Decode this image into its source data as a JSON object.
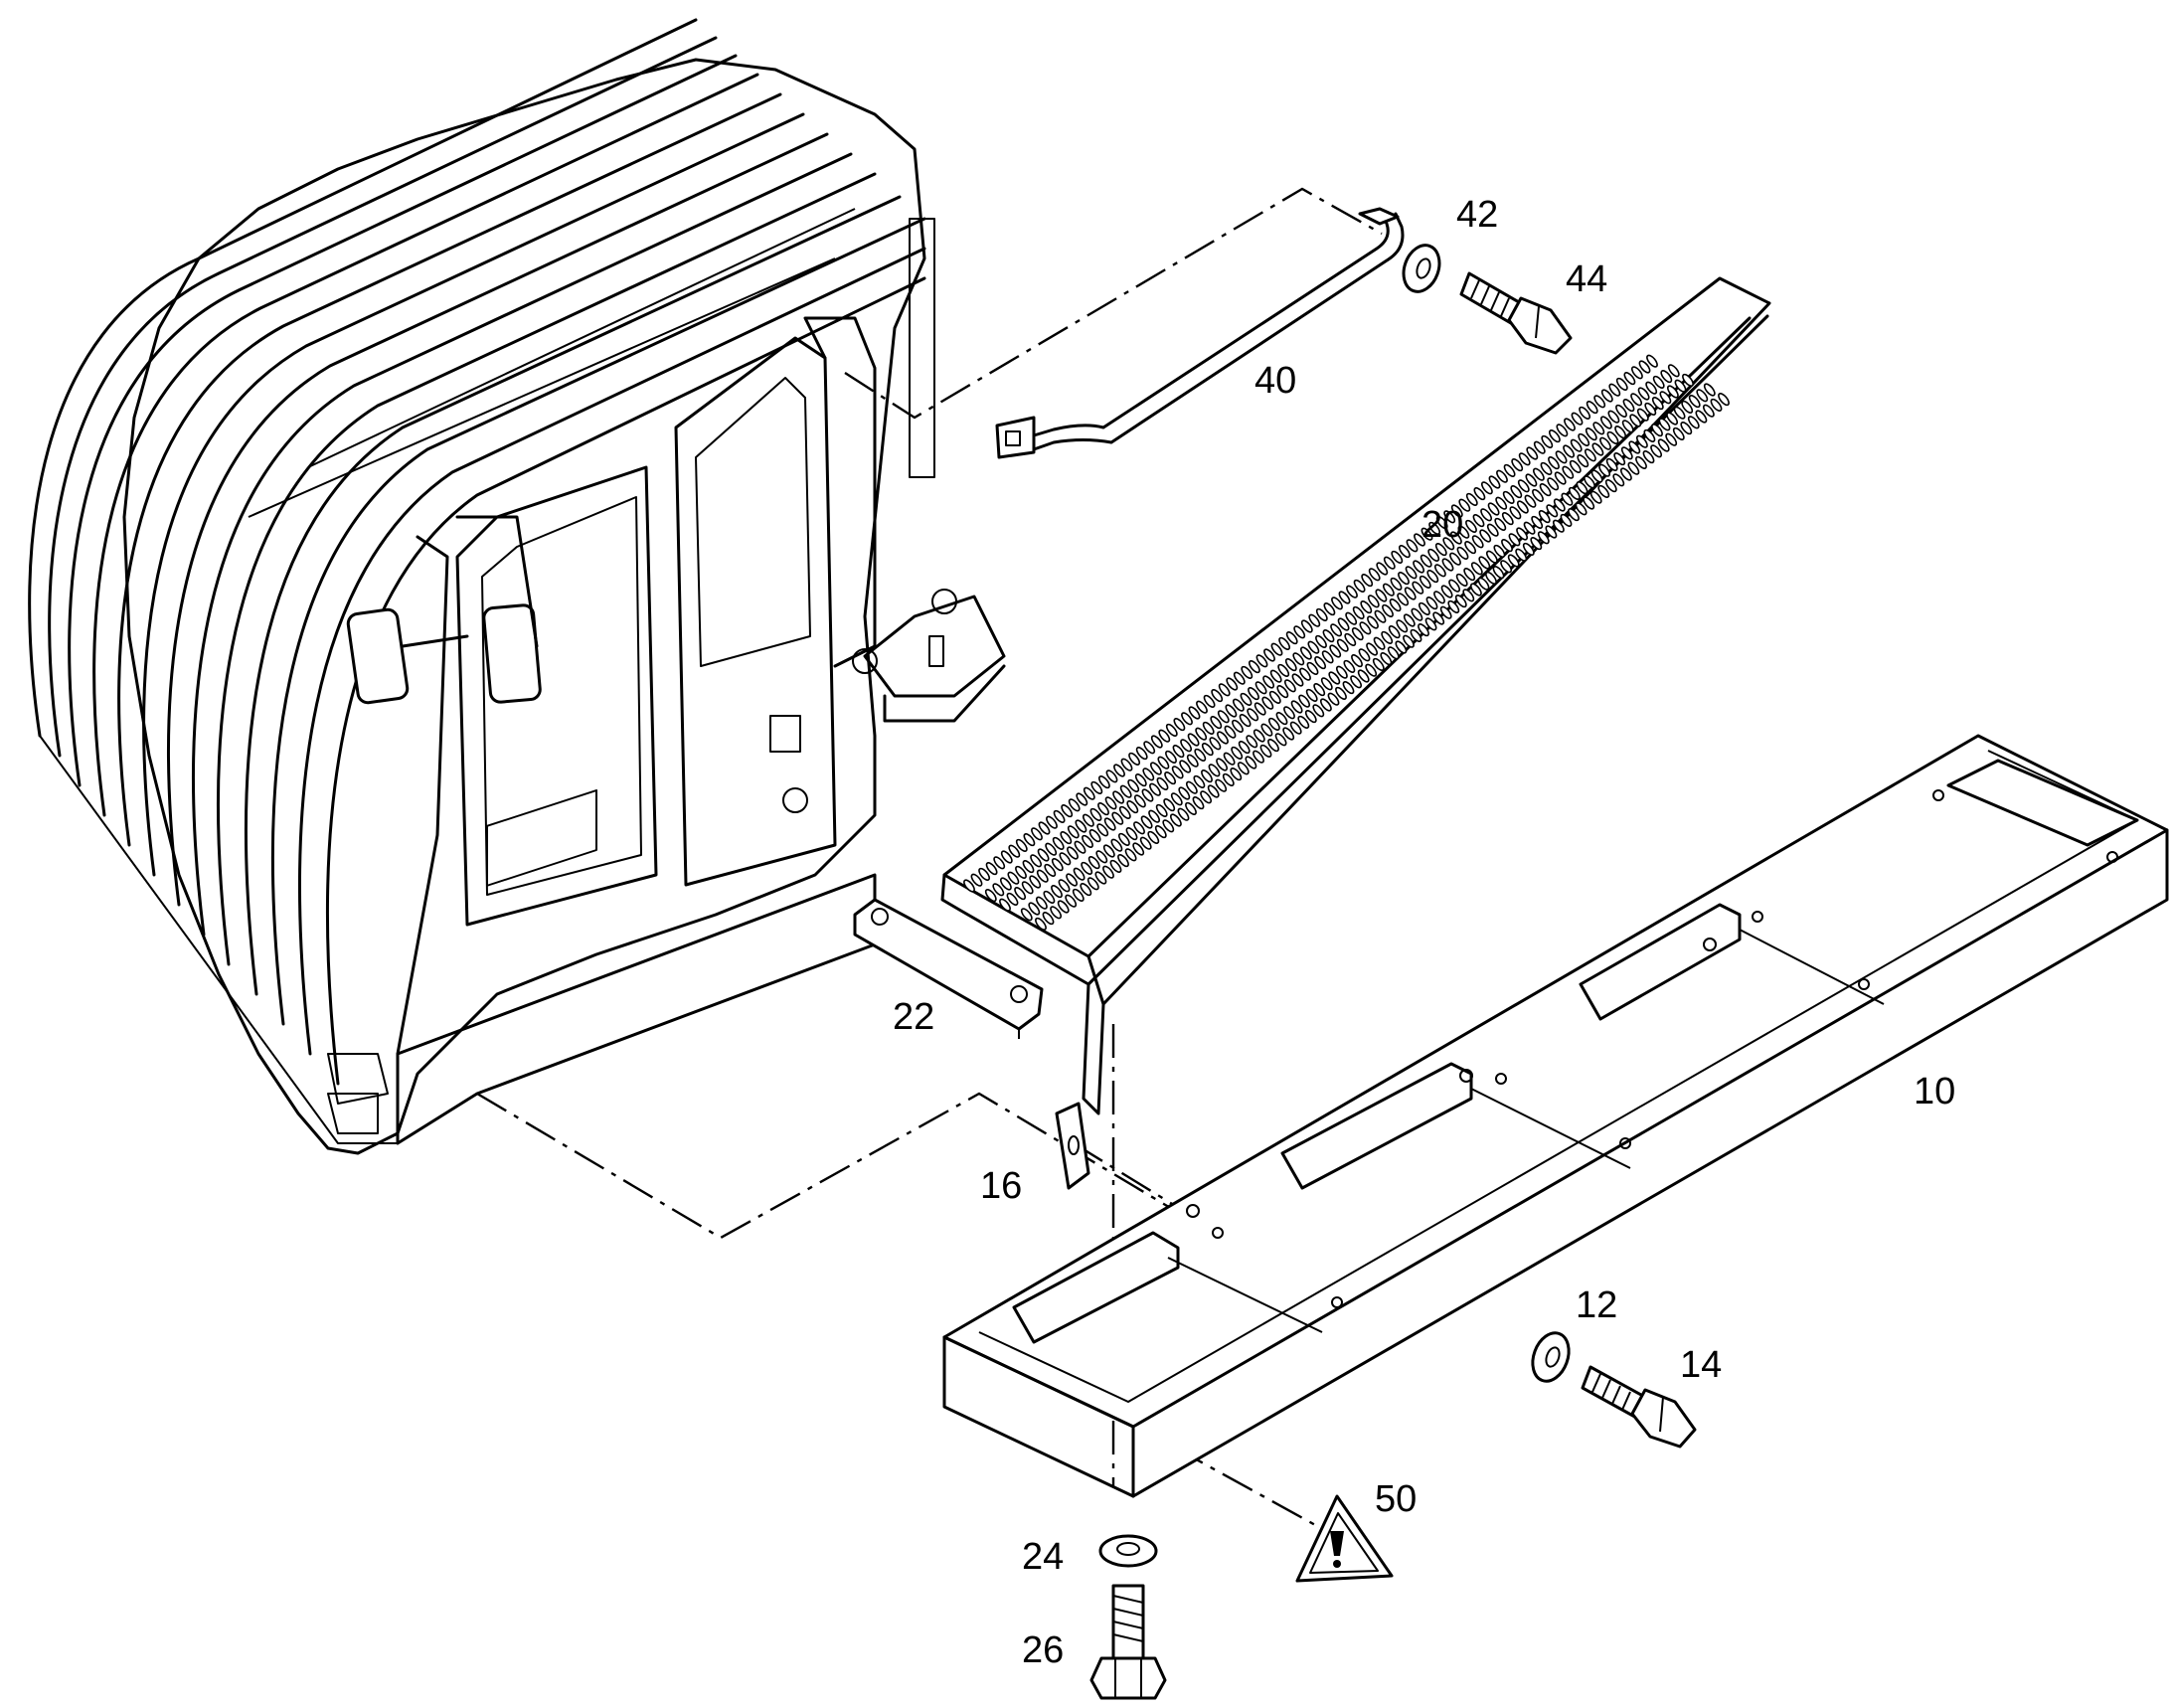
{
  "diagram": {
    "callouts": [
      {
        "id": "42",
        "label": "42"
      },
      {
        "id": "44",
        "label": "44"
      },
      {
        "id": "40",
        "label": "40"
      },
      {
        "id": "20",
        "label": "20"
      },
      {
        "id": "22",
        "label": "22"
      },
      {
        "id": "10",
        "label": "10"
      },
      {
        "id": "16",
        "label": "16"
      },
      {
        "id": "12",
        "label": "12"
      },
      {
        "id": "14",
        "label": "14"
      },
      {
        "id": "50",
        "label": "50"
      },
      {
        "id": "24",
        "label": "24"
      },
      {
        "id": "26",
        "label": "26"
      }
    ],
    "icons": {
      "warning": "warning-triangle-icon"
    },
    "colors": {
      "line": "#000000",
      "background": "#ffffff"
    }
  }
}
